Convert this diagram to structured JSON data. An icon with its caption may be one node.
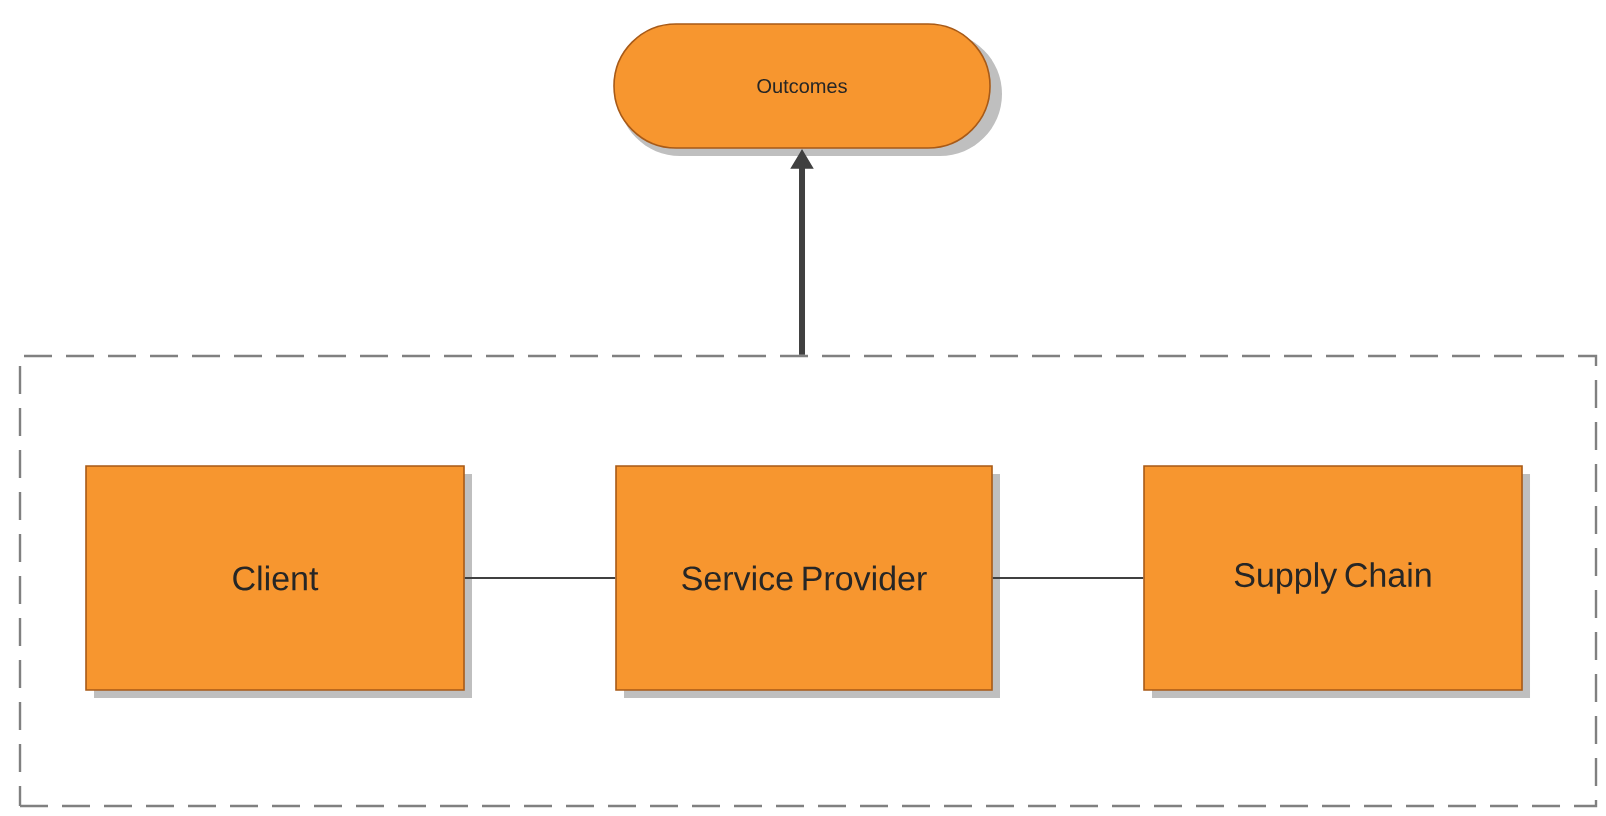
{
  "diagram": {
    "nodes": [
      {
        "text": [
          "Outcomes"
        ]
      },
      {
        "text": [],
        "shape": "box"
      },
      {
        "text": [
          "Client"
        ],
        "in": 1
      },
      {
        "text": [
          "Service Provider"
        ],
        "in": 1
      },
      {
        "text": [
          "Supply Chain"
        ],
        "in": 1
      }
    ],
    "edges": [
      {
        "from": 1,
        "to": 0,
        "arrow": "to",
        "style": "thick"
      },
      {
        "from": 2,
        "to": 3,
        "arrow": "none"
      },
      {
        "from": 3,
        "to": 4,
        "arrow": "none"
      }
    ]
  }
}
